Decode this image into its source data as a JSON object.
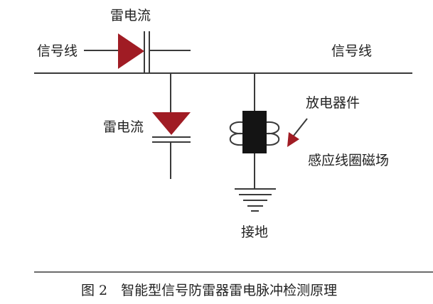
{
  "diagram": {
    "labels": {
      "top_lightning_current": "雷电流",
      "signal_line_left": "信号线",
      "signal_line_right": "信号线",
      "left_lightning_current": "雷电流",
      "discharge_device": "放电器件",
      "induction_coil_field": "感应线圈磁场",
      "ground": "接地"
    },
    "caption": "图 2　智能型信号防雷器雷电脉冲检测原理"
  },
  "colors": {
    "line": "#3a3a3a",
    "diode": "#a01c24",
    "coil_core": "#141414",
    "background": "#ffffff"
  }
}
